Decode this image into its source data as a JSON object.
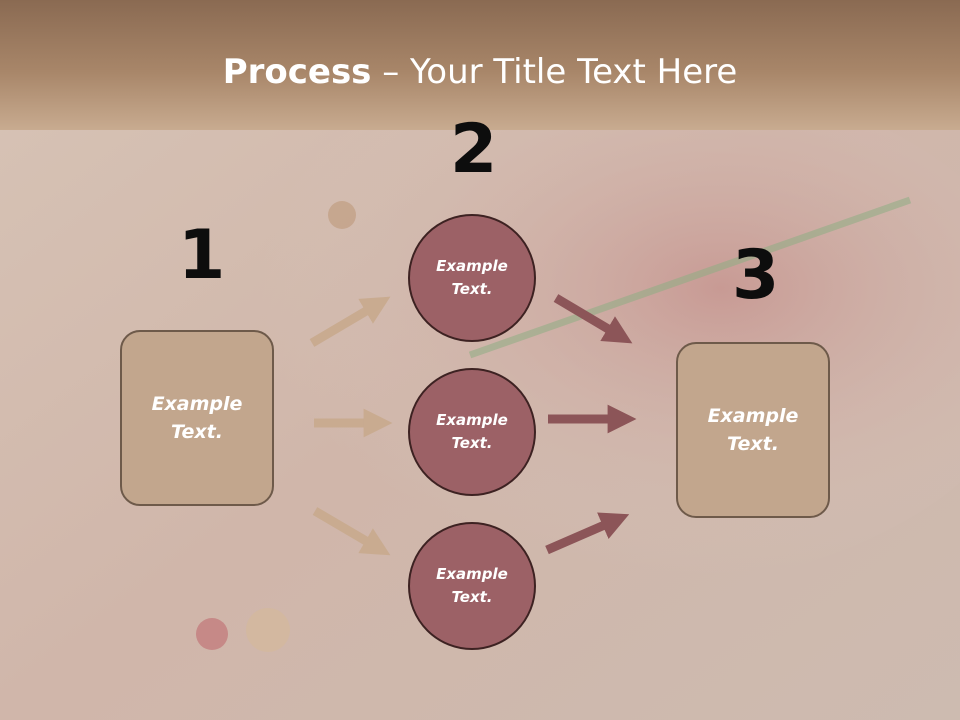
{
  "title": {
    "bold": "Process",
    "rest": " – Your Title Text Here"
  },
  "steps": [
    "1",
    "2",
    "3"
  ],
  "left_box": {
    "text": "Example\nText."
  },
  "right_box": {
    "text": "Example\nText."
  },
  "circles": [
    {
      "text": "Example\nText."
    },
    {
      "text": "Example\nText."
    },
    {
      "text": "Example\nText."
    }
  ],
  "colors": {
    "box": "#c2a68d",
    "circle": "#9c6166",
    "arrow_left": "#c9ab90",
    "arrow_right": "#8c5558"
  }
}
